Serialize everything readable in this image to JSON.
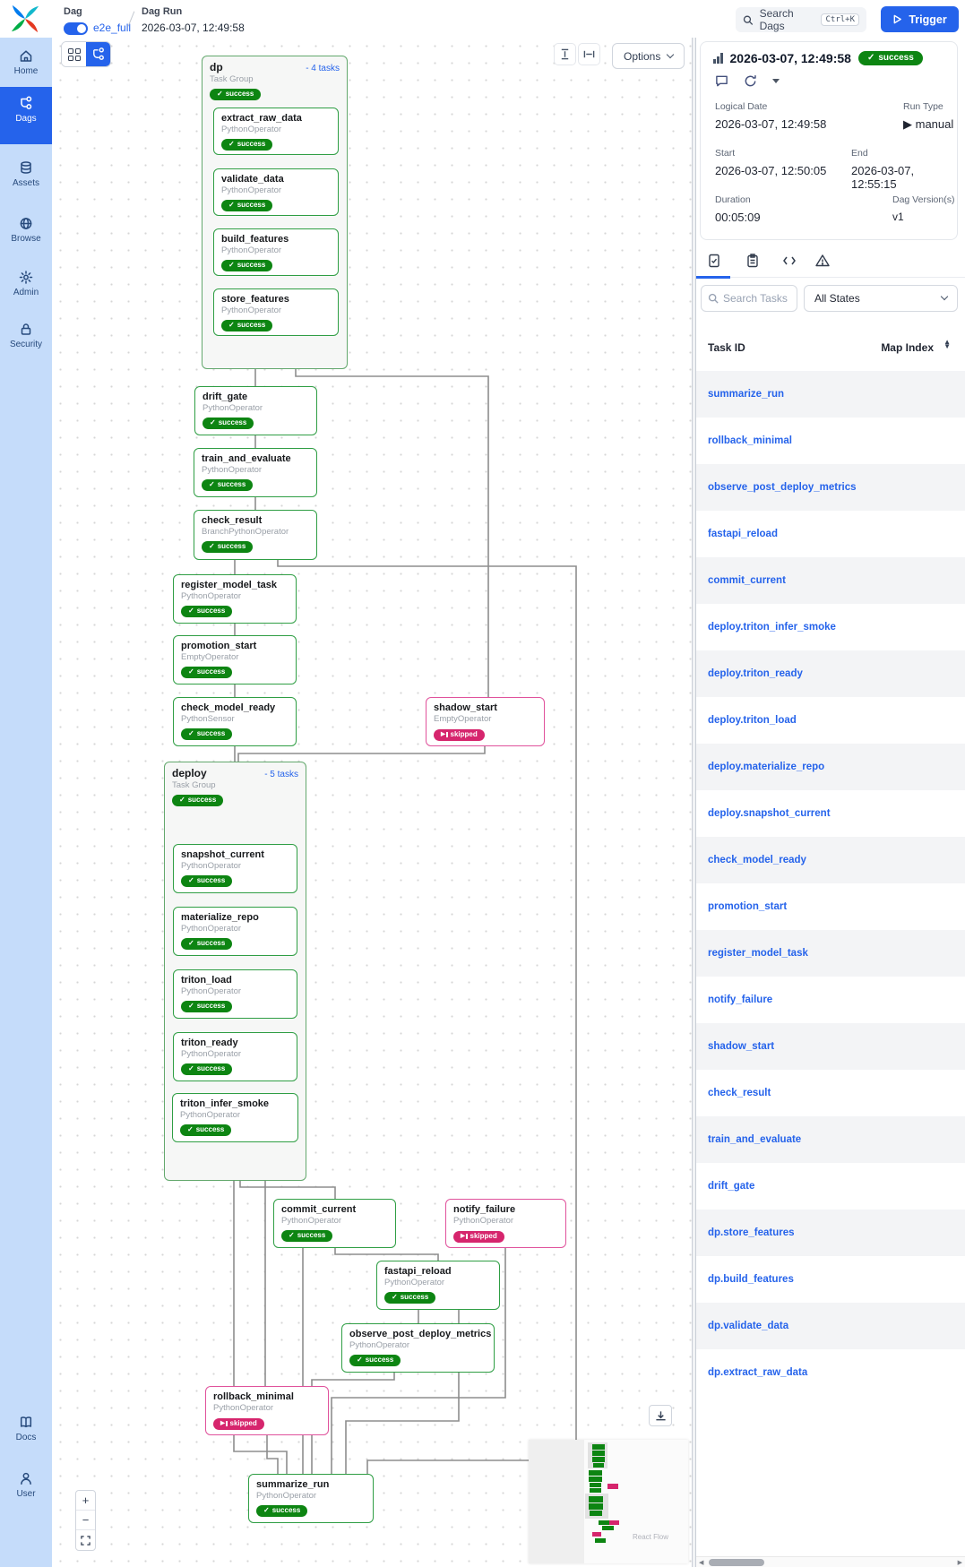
{
  "header": {
    "dag_label": "Dag",
    "dag_name": "e2e_full",
    "dag_run_label": "Dag Run",
    "dag_run_date": "2026-03-07, 12:49:58",
    "search_label": "Search Dags",
    "search_kbd": "Ctrl+K",
    "trigger_label": "Trigger"
  },
  "sidebar": {
    "active_item": "dags",
    "items": [
      {
        "id": "home",
        "label": "Home"
      },
      {
        "id": "dags",
        "label": "Dags"
      },
      {
        "id": "assets",
        "label": "Assets"
      },
      {
        "id": "browse",
        "label": "Browse"
      },
      {
        "id": "admin",
        "label": "Admin"
      },
      {
        "id": "security",
        "label": "Security"
      }
    ],
    "bottom_items": [
      {
        "id": "docs",
        "label": "Docs"
      },
      {
        "id": "user",
        "label": "User"
      }
    ]
  },
  "canvas": {
    "options_label": "Options",
    "attribution": "React Flow",
    "zoom_in": "+",
    "zoom_out": "−"
  },
  "graph": {
    "groups": [
      {
        "id": "dp",
        "label": "dp",
        "type_label": "Task Group",
        "badge": "- 4 tasks",
        "status": "success"
      },
      {
        "id": "deploy",
        "label": "deploy",
        "type_label": "Task Group",
        "badge": "- 5 tasks",
        "status": "success"
      }
    ],
    "nodes": [
      {
        "id": "dp.extract_raw_data",
        "label": "extract_raw_data",
        "operator": "PythonOperator",
        "status": "success"
      },
      {
        "id": "dp.validate_data",
        "label": "validate_data",
        "operator": "PythonOperator",
        "status": "success"
      },
      {
        "id": "dp.build_features",
        "label": "build_features",
        "operator": "PythonOperator",
        "status": "success"
      },
      {
        "id": "dp.store_features",
        "label": "store_features",
        "operator": "PythonOperator",
        "status": "success"
      },
      {
        "id": "drift_gate",
        "label": "drift_gate",
        "operator": "PythonOperator",
        "status": "success"
      },
      {
        "id": "train_and_evaluate",
        "label": "train_and_evaluate",
        "operator": "PythonOperator",
        "status": "success"
      },
      {
        "id": "check_result",
        "label": "check_result",
        "operator": "BranchPythonOperator",
        "status": "success"
      },
      {
        "id": "register_model_task",
        "label": "register_model_task",
        "operator": "PythonOperator",
        "status": "success"
      },
      {
        "id": "promotion_start",
        "label": "promotion_start",
        "operator": "EmptyOperator",
        "status": "success"
      },
      {
        "id": "check_model_ready",
        "label": "check_model_ready",
        "operator": "PythonSensor",
        "status": "success"
      },
      {
        "id": "shadow_start",
        "label": "shadow_start",
        "operator": "EmptyOperator",
        "status": "skipped"
      },
      {
        "id": "deploy.snapshot_current",
        "label": "snapshot_current",
        "operator": "PythonOperator",
        "status": "success"
      },
      {
        "id": "deploy.materialize_repo",
        "label": "materialize_repo",
        "operator": "PythonOperator",
        "status": "success"
      },
      {
        "id": "deploy.triton_load",
        "label": "triton_load",
        "operator": "PythonOperator",
        "status": "success"
      },
      {
        "id": "deploy.triton_ready",
        "label": "triton_ready",
        "operator": "PythonOperator",
        "status": "success"
      },
      {
        "id": "deploy.triton_infer_smoke",
        "label": "triton_infer_smoke",
        "operator": "PythonOperator",
        "status": "success"
      },
      {
        "id": "commit_current",
        "label": "commit_current",
        "operator": "PythonOperator",
        "status": "success"
      },
      {
        "id": "notify_failure",
        "label": "notify_failure",
        "operator": "PythonOperator",
        "status": "skipped"
      },
      {
        "id": "fastapi_reload",
        "label": "fastapi_reload",
        "operator": "PythonOperator",
        "status": "success"
      },
      {
        "id": "observe_post_deploy_metrics",
        "label": "observe_post_deploy_metrics",
        "operator": "PythonOperator",
        "status": "success"
      },
      {
        "id": "rollback_minimal",
        "label": "rollback_minimal",
        "operator": "PythonOperator",
        "status": "skipped"
      },
      {
        "id": "summarize_run",
        "label": "summarize_run",
        "operator": "PythonOperator",
        "status": "success"
      }
    ],
    "status_labels": {
      "success": "success",
      "skipped": "skipped"
    }
  },
  "panel": {
    "run": {
      "title": "2026-03-07, 12:49:58",
      "status": "success",
      "status_label": "success"
    },
    "details": {
      "logical_date_label": "Logical Date",
      "logical_date": "2026-03-07, 12:49:58",
      "run_type_label": "Run Type",
      "run_type": "manual",
      "start_label": "Start",
      "start": "2026-03-07, 12:50:05",
      "end_label": "End",
      "end": "2026-03-07, 12:55:15",
      "duration_label": "Duration",
      "duration": "00:05:09",
      "dag_version_label": "Dag Version(s)",
      "dag_version": "v1"
    },
    "filters": {
      "search_placeholder": "Search Tasks",
      "state_filter": "All States"
    },
    "table": {
      "col_task": "Task ID",
      "col_map": "Map Index"
    },
    "tasks": [
      "summarize_run",
      "rollback_minimal",
      "observe_post_deploy_metrics",
      "fastapi_reload",
      "commit_current",
      "deploy.triton_infer_smoke",
      "deploy.triton_ready",
      "deploy.triton_load",
      "deploy.materialize_repo",
      "deploy.snapshot_current",
      "check_model_ready",
      "promotion_start",
      "register_model_task",
      "notify_failure",
      "shadow_start",
      "check_result",
      "train_and_evaluate",
      "drift_gate",
      "dp.store_features",
      "dp.build_features",
      "dp.validate_data",
      "dp.extract_raw_data"
    ]
  }
}
